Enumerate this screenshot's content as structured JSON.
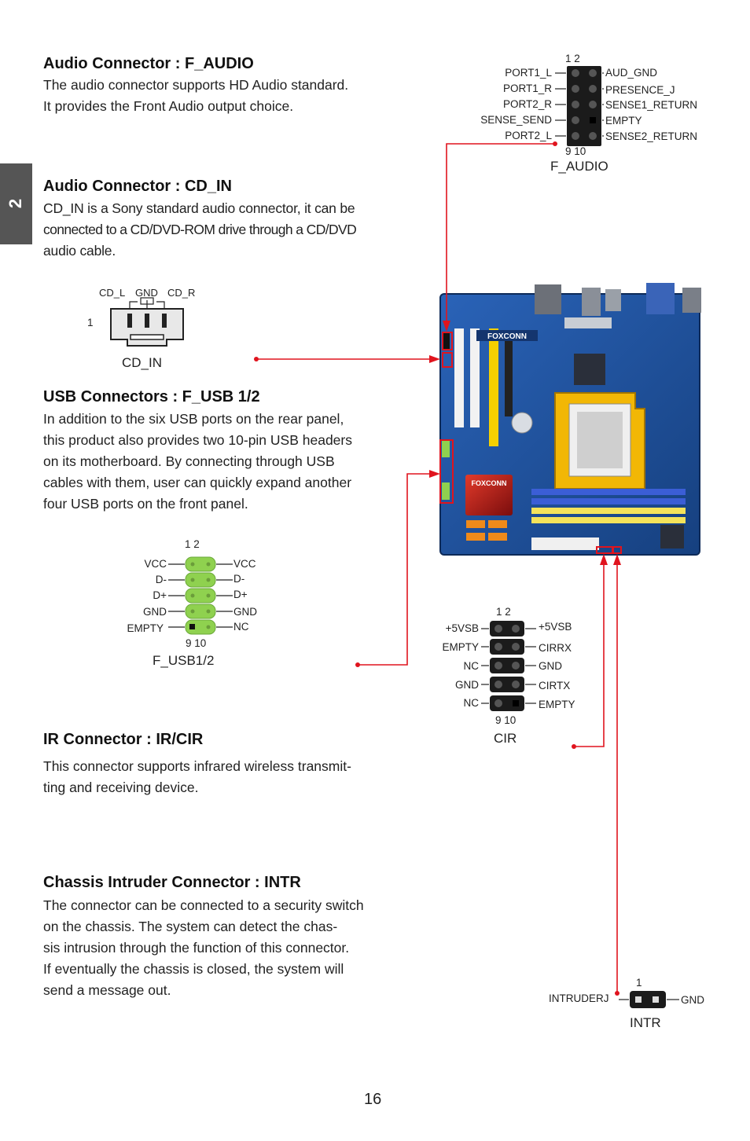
{
  "side_tab": "2",
  "sections": {
    "f_audio": {
      "heading": "Audio Connector : F_AUDIO",
      "lines": [
        "The audio connector supports HD Audio standard.",
        "It provides the Front Audio output choice."
      ]
    },
    "cd_in": {
      "heading": "Audio Connector : CD_IN",
      "lines": [
        "CD_IN is a Sony standard audio connector, it can be",
        "connected to a CD/DVD-ROM drive through a CD/DVD",
        "audio cable."
      ]
    },
    "usb": {
      "heading": "USB Connectors : F_USB 1/2",
      "lines": [
        "In addition to the six USB ports on the rear panel,",
        "this product also provides two 10-pin USB headers",
        "on its motherboard. By connecting through USB",
        "cables with them, user can quickly expand another",
        "four USB ports on the front panel."
      ]
    },
    "ir": {
      "heading": "IR Connector : IR/CIR",
      "lines": [
        "This  connector  supports  infrared  wireless  transmit-",
        "ting and receiving device."
      ]
    },
    "intr": {
      "heading": "Chassis Intruder Connector : INTR",
      "lines": [
        "The connector can be connected to a security switch",
        "on the chassis. The system can detect the chas-",
        "sis intrusion through the function of this connector.",
        "If eventually the chassis is closed, the system will",
        "send a message out."
      ]
    }
  },
  "f_audio_diagram": {
    "caption": "F_AUDIO",
    "pin_top": "1    2",
    "pin_bottom": "9   10",
    "left": [
      "PORT1_L",
      "PORT1_R",
      "PORT2_R",
      "SENSE_SEND",
      "PORT2_L"
    ],
    "right": [
      "AUD_GND",
      "PRESENCE_J",
      "SENSE1_RETURN",
      "EMPTY",
      "SENSE2_RETURN"
    ]
  },
  "cd_in_diagram": {
    "caption": "CD_IN",
    "pin_one": "1",
    "labels": [
      "CD_L",
      "GND",
      "CD_R"
    ]
  },
  "usb_diagram": {
    "caption": "F_USB1/2",
    "pin_top": "1    2",
    "pin_bottom": "9    10",
    "left": [
      "VCC",
      "D-",
      "D+",
      "GND",
      "EMPTY"
    ],
    "right": [
      "VCC",
      "D-",
      "D+",
      "GND",
      "NC"
    ]
  },
  "cir_diagram": {
    "caption": "CIR",
    "pin_top": "1   2",
    "pin_bottom": "9  10",
    "left": [
      "+5VSB",
      "EMPTY",
      "NC",
      "GND",
      "NC"
    ],
    "right": [
      "+5VSB",
      "CIRRX",
      "GND",
      "CIRTX",
      "EMPTY"
    ]
  },
  "intr_diagram": {
    "caption": "INTR",
    "pin_one": "1",
    "left": "INTRUDERJ",
    "right": "GND"
  },
  "motherboard": {
    "brand_top": "FOXCONN",
    "brand_heatsink": "FOXCONN"
  },
  "colors": {
    "accent_red": "#e0141e",
    "usb_green": "#8fd14f",
    "board_blue": "#1f4f9c",
    "socket_yellow": "#f2b705",
    "side_tab_gray": "#555555"
  },
  "page_number": "16"
}
